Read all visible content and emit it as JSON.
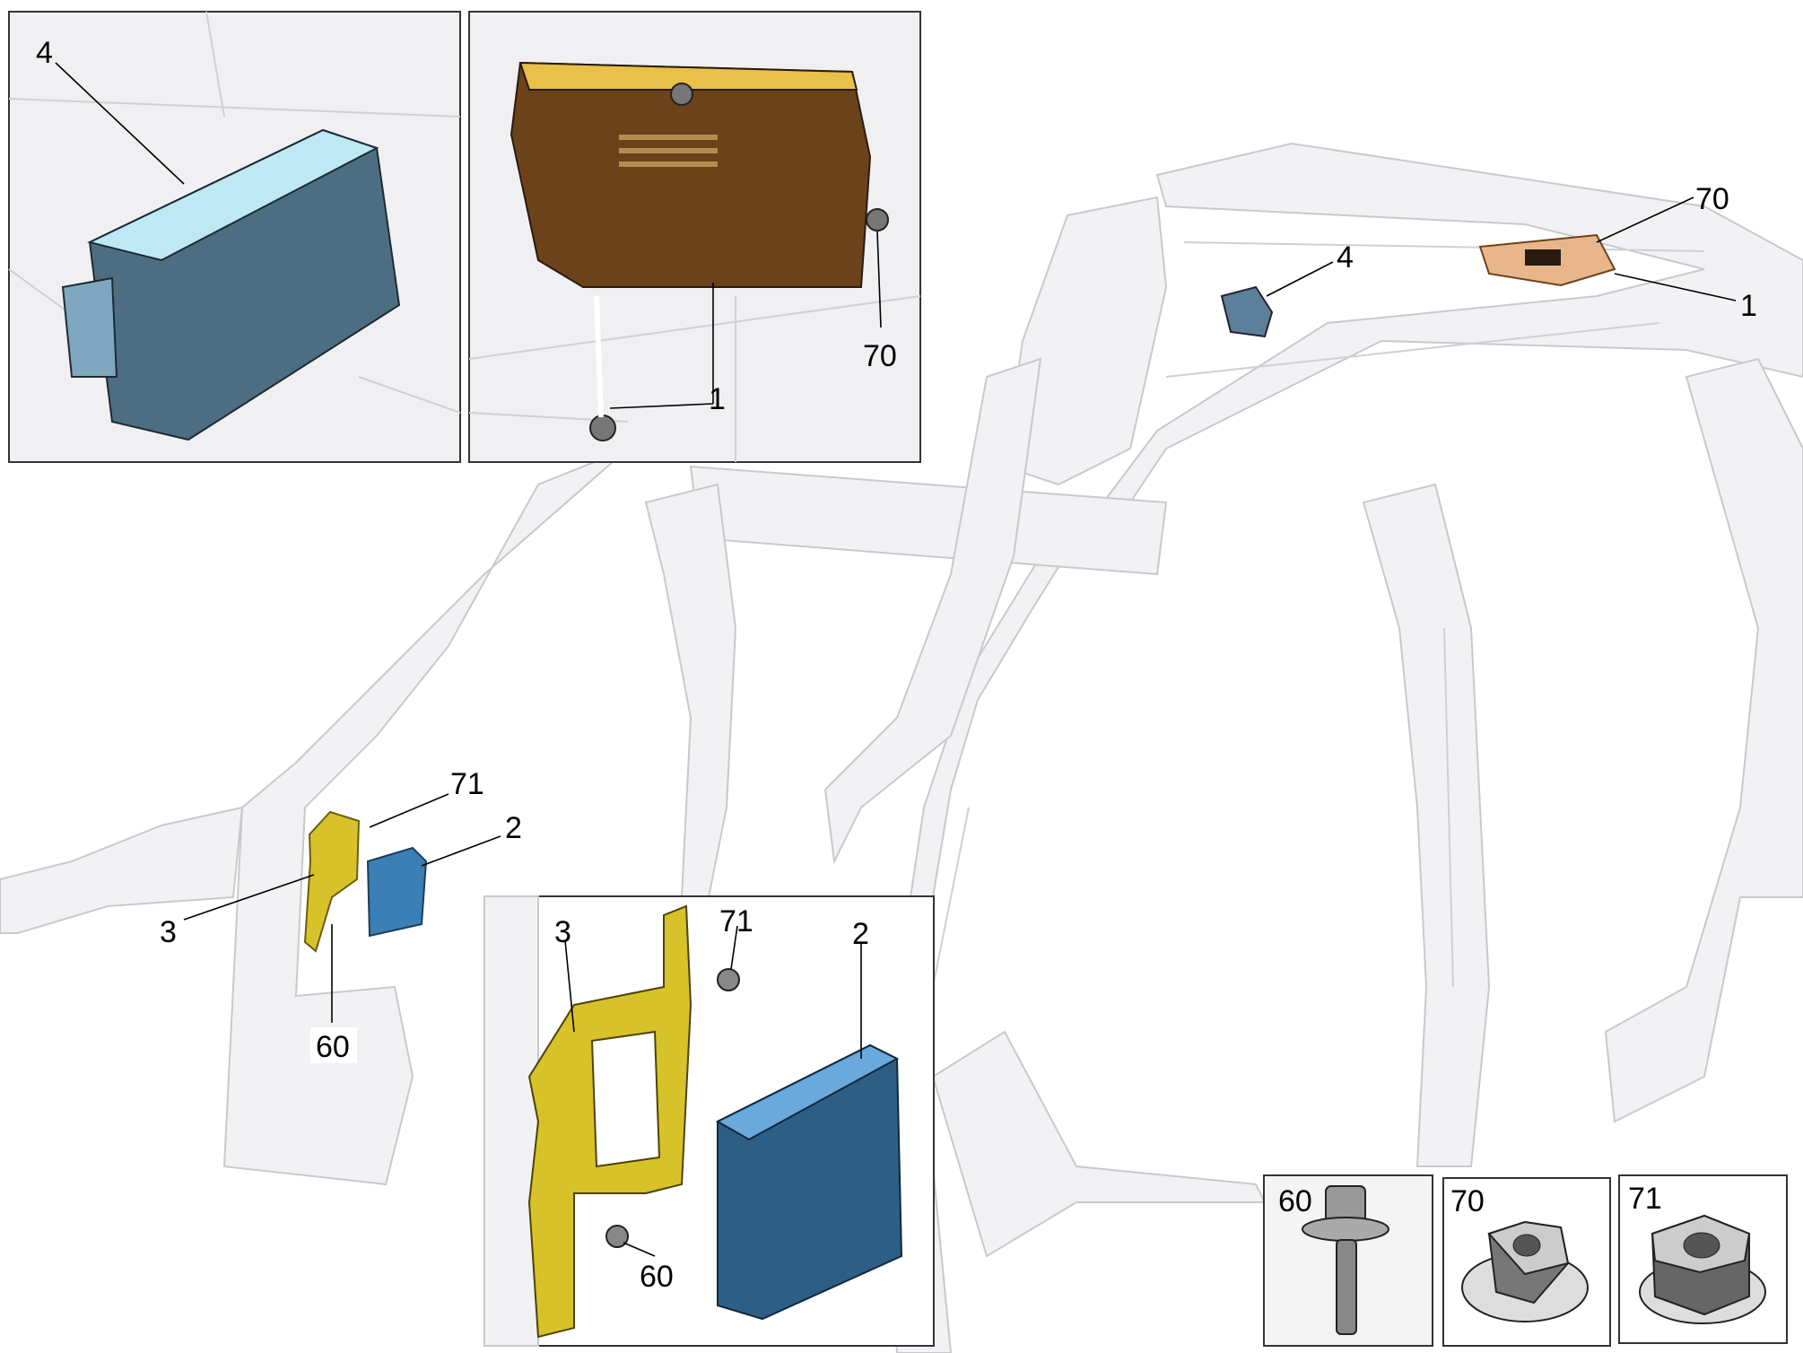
{
  "diagram": {
    "main_callouts": {
      "c70": "70",
      "c4": "4",
      "c1": "1",
      "c71": "71",
      "c2": "2",
      "c3": "3",
      "c60": "60"
    },
    "inset_module_4": {
      "label": "4"
    },
    "inset_module_1": {
      "label_70": "70",
      "label_1": "1"
    },
    "inset_bracket": {
      "label_3": "3",
      "label_71": "71",
      "label_2": "2",
      "label_60": "60"
    },
    "fasteners": [
      {
        "label": "60"
      },
      {
        "label": "70"
      },
      {
        "label": "71"
      }
    ],
    "colors": {
      "module1": "#6b4219",
      "module1_hl": "#e8c04a",
      "module2": "#3a7fb5",
      "module4": "#7fa7bf",
      "bracket": "#d8c22a",
      "frame": "#f2f2f4"
    }
  }
}
